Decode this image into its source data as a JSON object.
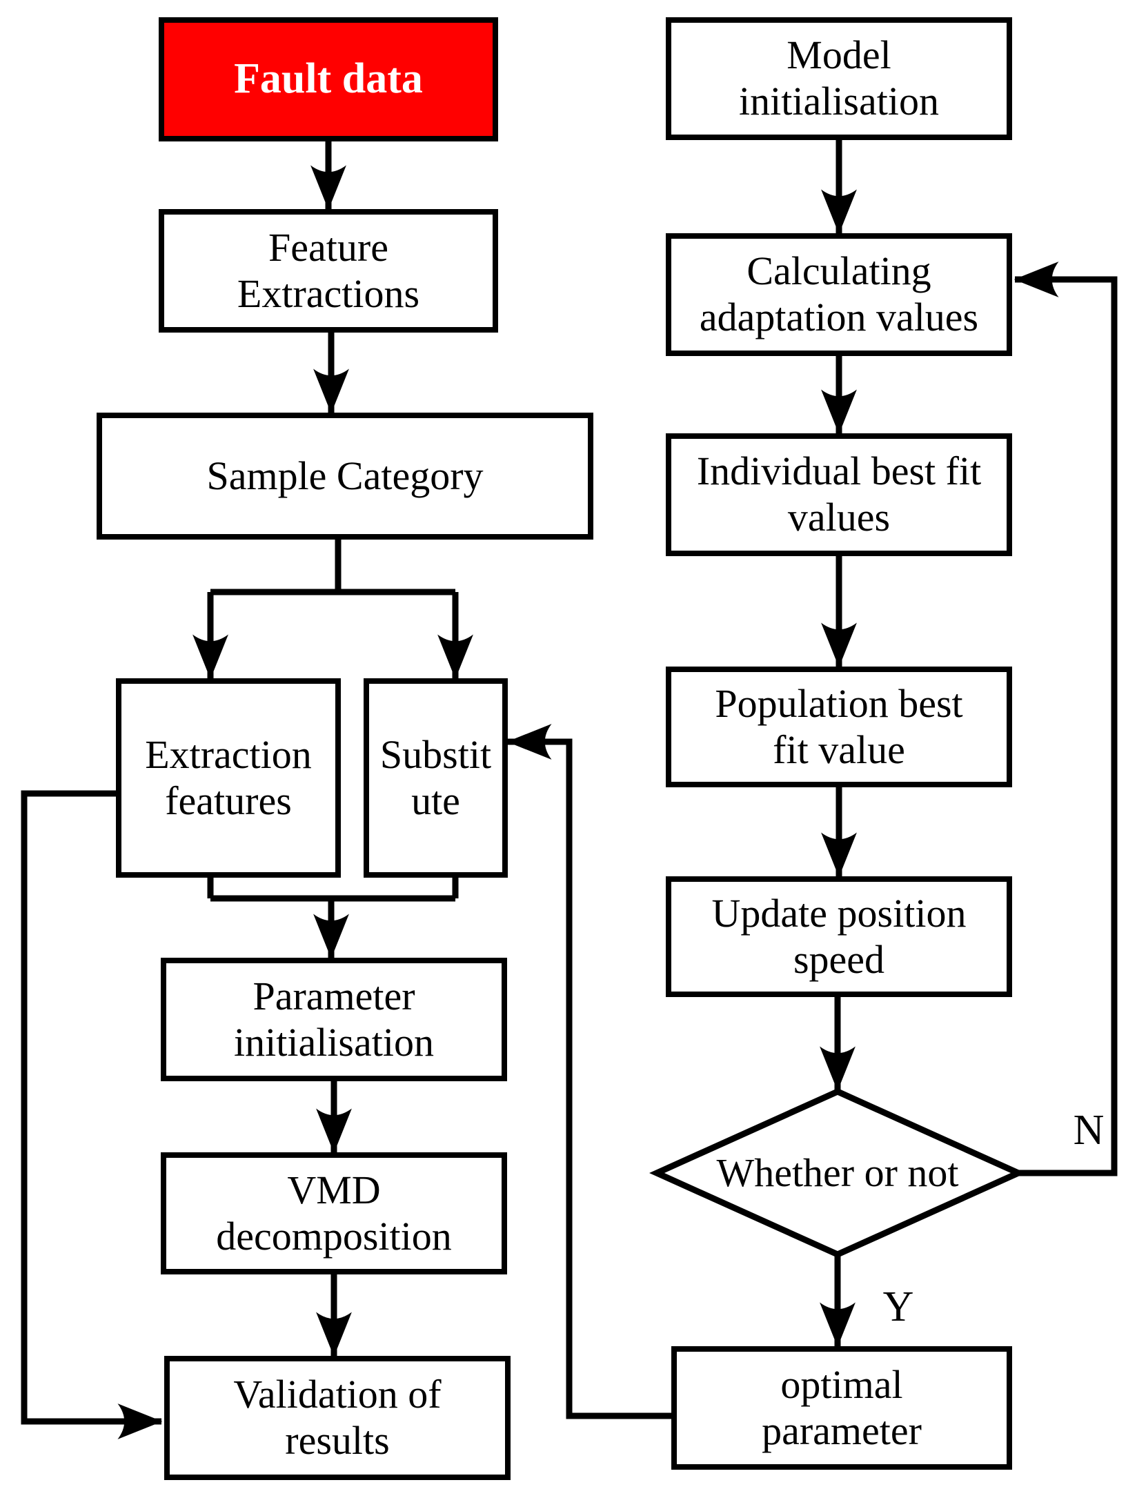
{
  "colors": {
    "highlight_fill": "#ff0000",
    "highlight_text": "#ffffff",
    "node_fill": "#ffffff",
    "line": "#000000"
  },
  "flowchart": {
    "left": {
      "fault_data": "Fault data",
      "feature_extractions": "Feature\nExtractions",
      "sample_category": "Sample Category",
      "extraction_features": "Extraction\nfeatures",
      "substitute": "Substit\nute",
      "parameter_initialisation": "Parameter\ninitialisation",
      "vmd_decomposition": "VMD\ndecomposition",
      "validation_of_results": "Validation of\nresults"
    },
    "right": {
      "model_initialisation": "Model\ninitialisation",
      "calculating_adaptation_values": "Calculating\nadaptation values",
      "individual_best_fit_values": "Individual best fit\nvalues",
      "population_best_fit_value": "Population best\nfit value",
      "update_position_speed": "Update position\nspeed",
      "whether_or_not": "Whether or not",
      "optimal_parameter": "optimal\nparameter"
    },
    "branch_labels": {
      "no": "N",
      "yes": "Y"
    }
  }
}
